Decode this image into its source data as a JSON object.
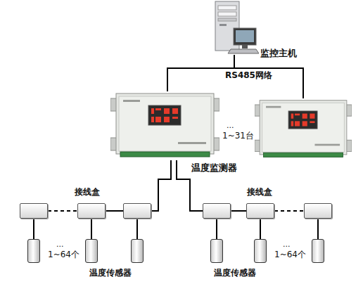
{
  "diagram": {
    "nodes": [
      {
        "text": [
          "监控主机"
        ]
      },
      {
        "text": [
          "温度监测器"
        ]
      },
      {
        "text": []
      },
      {
        "text": []
      },
      {
        "text": []
      },
      {
        "text": []
      },
      {
        "text": []
      },
      {
        "text": []
      },
      {
        "text": []
      },
      {
        "text": []
      },
      {
        "text": []
      },
      {
        "text": []
      },
      {
        "text": []
      },
      {
        "text": []
      },
      {
        "text": []
      }
    ],
    "edges": [
      {
        "from": 0,
        "to": 1,
        "arrow": "none"
      },
      {
        "from": 0,
        "to": 2,
        "arrow": "none"
      },
      {
        "from": 1,
        "to": 5,
        "arrow": "none"
      },
      {
        "from": 1,
        "to": 6,
        "arrow": "none"
      },
      {
        "from": 3,
        "to": 4,
        "arrow": "none"
      },
      {
        "from": 4,
        "to": 5,
        "arrow": "none"
      },
      {
        "from": 6,
        "to": 7,
        "arrow": "none"
      },
      {
        "from": 7,
        "to": 8,
        "arrow": "none"
      },
      {
        "from": 3,
        "to": 9,
        "arrow": "none"
      },
      {
        "from": 4,
        "to": 10,
        "arrow": "none"
      },
      {
        "from": 5,
        "to": 11,
        "arrow": "none"
      },
      {
        "from": 6,
        "to": 12,
        "arrow": "none"
      },
      {
        "from": 7,
        "to": 13,
        "arrow": "none"
      },
      {
        "from": 8,
        "to": 14,
        "arrow": "none"
      }
    ],
    "labels": [
      "RS485网络",
      "...",
      "1~31台",
      "接线盒",
      "接线盒",
      "...",
      "1~64个",
      "...",
      "1~64个",
      "温度传感器",
      "温度传感器"
    ]
  }
}
